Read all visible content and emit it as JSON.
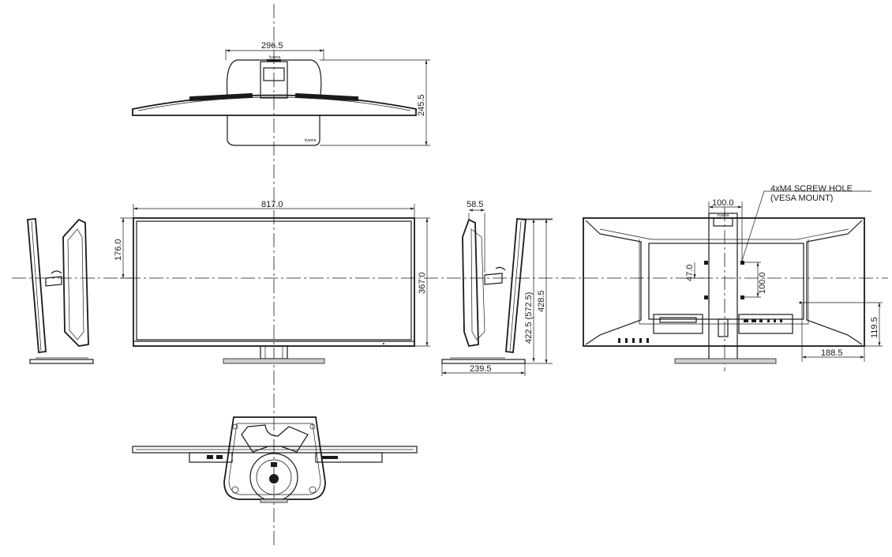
{
  "dimensions": {
    "top_width": "296.5",
    "top_depth": "245.5",
    "front_width": "817.0",
    "front_upper": "176.0",
    "front_height": "367.0",
    "side_thickness": "58.5",
    "side_height_min_max": "422.5 (572.5)",
    "side_total_height": "428.5",
    "side_base_depth": "239.5",
    "vesa_width": "100.0",
    "vesa_height": "100.0",
    "vesa_offset": "47.0",
    "rear_right_offset": "188.5",
    "rear_bottom_offset": "119.5"
  },
  "annotation": {
    "line1": "4xM4 SCREW HOLE",
    "line2": "(VESA MOUNT)"
  },
  "brand_mark": "iiyama"
}
